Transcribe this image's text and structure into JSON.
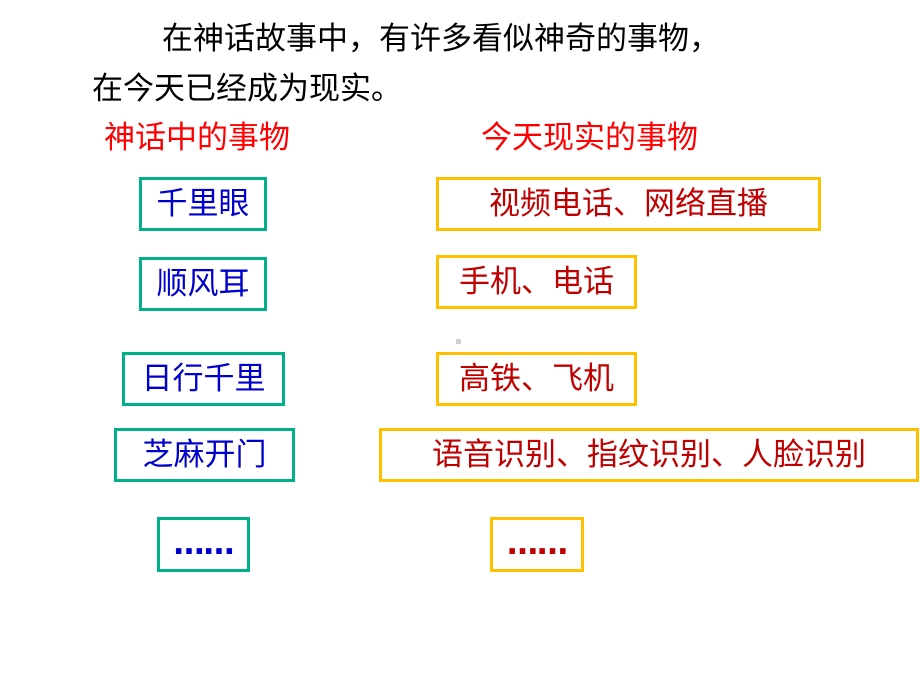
{
  "intro": {
    "line1": "在神话故事中，有许多看似神奇的事物，",
    "line2": "在今天已经成为现实。"
  },
  "headings": {
    "myth": "神话中的事物",
    "reality": "今天现实的事物"
  },
  "myth_items": [
    "千里眼",
    "顺风耳",
    "日行千里",
    "芝麻开门",
    "……"
  ],
  "reality_items": [
    "视频电话、网络直播",
    "手机、电话",
    "高铁、飞机",
    "语音识别、指纹识别、人脸识别",
    "……"
  ],
  "colors": {
    "myth_border": "#00b08a",
    "myth_text": "#0000cc",
    "reality_border": "#ffc000",
    "reality_text": "#c00000",
    "heading": "#ff0000"
  }
}
